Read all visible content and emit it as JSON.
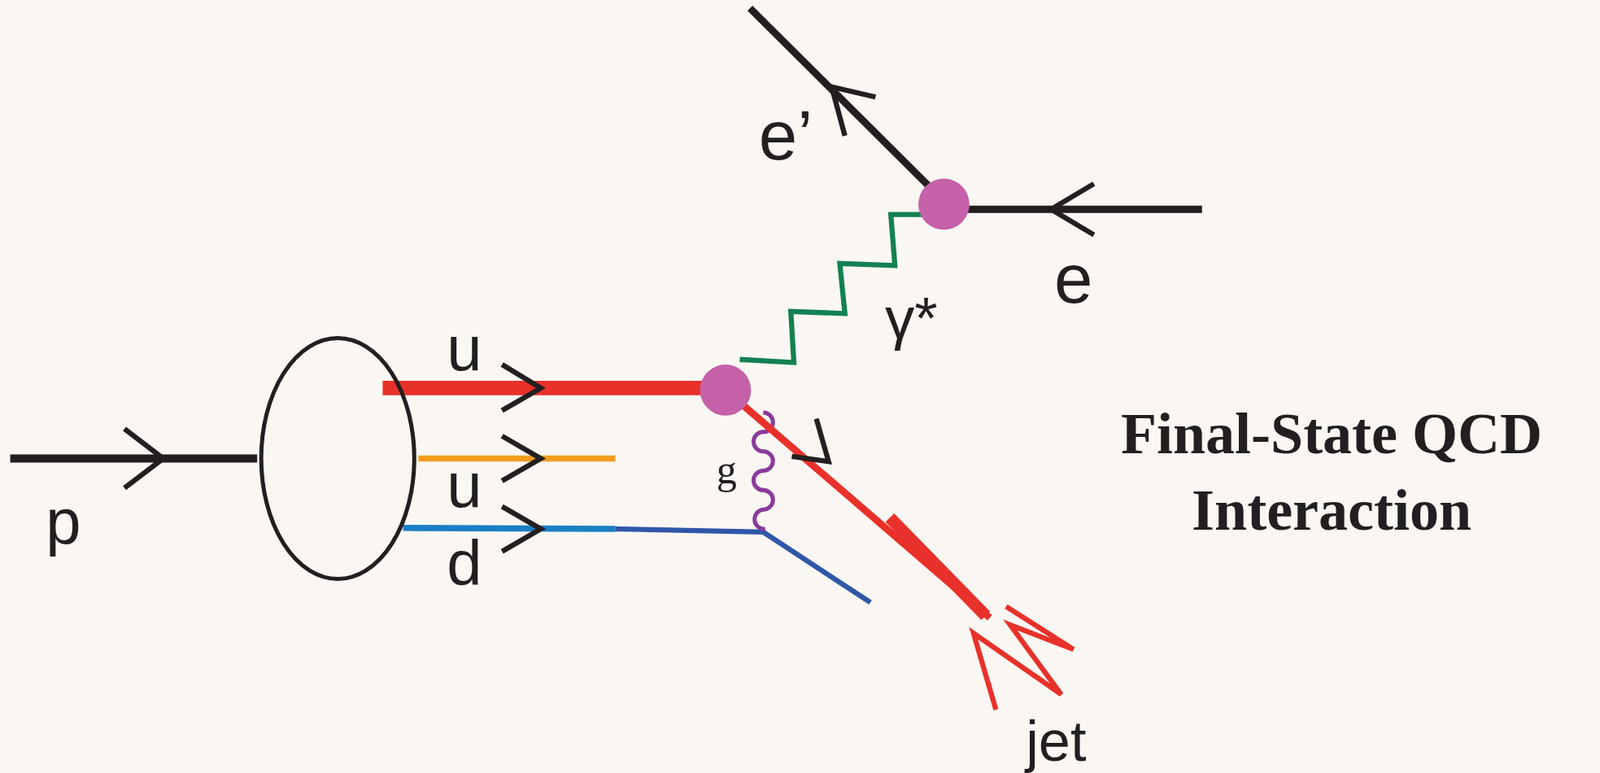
{
  "diagram": {
    "labels": [
      "e’",
      "e",
      "γ*",
      "u",
      "u",
      "d",
      "p",
      "g",
      "jet",
      "Final-State QCD Interaction"
    ]
  }
}
